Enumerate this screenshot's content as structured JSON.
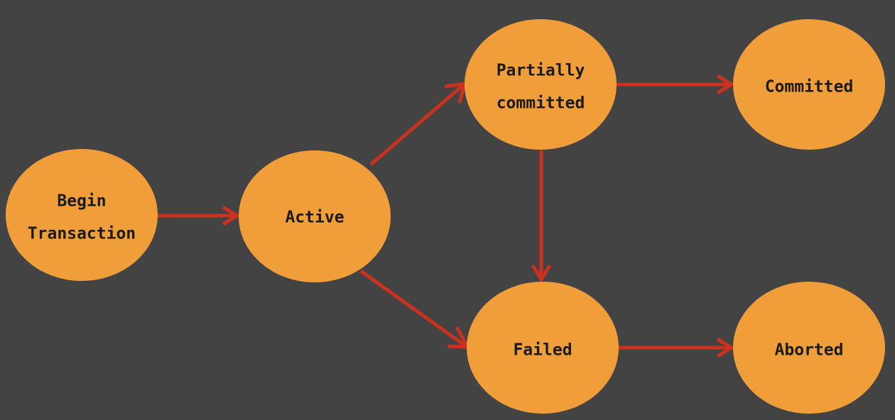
{
  "colors": {
    "background": "#434343",
    "node_fill": "#f09e3a",
    "edge": "#c8321f",
    "text": "#1b1b1b"
  },
  "nodes": [
    {
      "id": "begin",
      "lines": [
        "Begin",
        "Transaction"
      ]
    },
    {
      "id": "active",
      "lines": [
        "Active"
      ]
    },
    {
      "id": "partial",
      "lines": [
        "Partially",
        "committed"
      ]
    },
    {
      "id": "committed",
      "lines": [
        "Committed"
      ]
    },
    {
      "id": "failed",
      "lines": [
        "Failed"
      ]
    },
    {
      "id": "aborted",
      "lines": [
        "Aborted"
      ]
    }
  ],
  "edges": [
    {
      "from": "begin",
      "to": "active"
    },
    {
      "from": "active",
      "to": "partial"
    },
    {
      "from": "active",
      "to": "failed"
    },
    {
      "from": "partial",
      "to": "committed"
    },
    {
      "from": "partial",
      "to": "failed"
    },
    {
      "from": "failed",
      "to": "aborted"
    }
  ]
}
